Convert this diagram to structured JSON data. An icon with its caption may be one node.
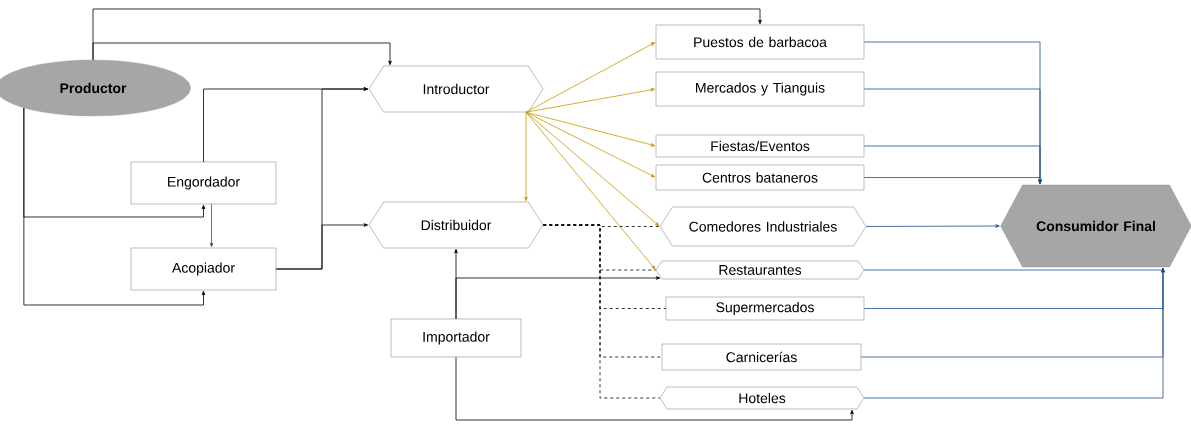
{
  "diagram": {
    "nodes": [
      {
        "text": [
          "Productor"
        ]
      },
      {
        "text": [
          "Introductor"
        ]
      },
      {
        "text": [
          "Engordador"
        ]
      },
      {
        "text": [
          "Acopiador"
        ]
      },
      {
        "text": [
          "Distribuidor"
        ]
      },
      {
        "text": [
          "Importador"
        ]
      },
      {
        "text": [
          "Puestos de barbacoa"
        ]
      },
      {
        "text": [
          "Mercados y Tianguis"
        ]
      },
      {
        "text": [
          "Fiestas/Eventos"
        ]
      },
      {
        "text": [
          "Centros bataneros"
        ]
      },
      {
        "text": [
          "Comedores Industriales"
        ]
      },
      {
        "text": [
          "Restaurantes"
        ]
      },
      {
        "text": [
          "Supermercados"
        ]
      },
      {
        "text": [
          "Carnicerías"
        ]
      },
      {
        "text": [
          "Hoteles"
        ]
      },
      {
        "text": [
          "Consumidor Final"
        ]
      }
    ],
    "edges": [
      {
        "from": 0,
        "to": 6,
        "arrow": "to"
      },
      {
        "from": 0,
        "to": 1,
        "arrow": "to"
      },
      {
        "from": 0,
        "to": 2,
        "arrow": "to"
      },
      {
        "from": 0,
        "to": 3,
        "arrow": "to"
      },
      {
        "from": 2,
        "to": 3,
        "arrow": "to",
        "color": "#3b4f7a"
      },
      {
        "from": 2,
        "to": 1,
        "arrow": "to"
      },
      {
        "from": 3,
        "to": 1,
        "arrow": "to"
      },
      {
        "from": 3,
        "to": 4,
        "arrow": "to"
      },
      {
        "from": 1,
        "to": 6,
        "arrow": "to",
        "color": "#c89b00"
      },
      {
        "from": 1,
        "to": 7,
        "arrow": "to",
        "color": "#c89b00"
      },
      {
        "from": 1,
        "to": 8,
        "arrow": "to",
        "color": "#c89b00"
      },
      {
        "from": 1,
        "to": 9,
        "arrow": "to",
        "color": "#c89b00"
      },
      {
        "from": 1,
        "to": 10,
        "arrow": "to",
        "color": "#c89b00"
      },
      {
        "from": 1,
        "to": 11,
        "arrow": "to",
        "color": "#c89b00"
      },
      {
        "from": 1,
        "to": 4,
        "arrow": "to",
        "color": "#c89b00"
      },
      {
        "from": 4,
        "to": 10,
        "arrow": "none",
        "style": "dashed"
      },
      {
        "from": 4,
        "to": 11,
        "arrow": "none",
        "style": "dashed"
      },
      {
        "from": 4,
        "to": 12,
        "arrow": "none",
        "style": "dashed"
      },
      {
        "from": 4,
        "to": 13,
        "arrow": "none",
        "style": "dashed"
      },
      {
        "from": 4,
        "to": 14,
        "arrow": "none",
        "style": "dashed"
      },
      {
        "from": 5,
        "to": 4,
        "arrow": "to"
      },
      {
        "from": 5,
        "to": 11,
        "arrow": "to"
      },
      {
        "from": 5,
        "to": 14,
        "arrow": "to"
      },
      {
        "from": 6,
        "to": 15,
        "arrow": "to",
        "color": "#1f4e8c"
      },
      {
        "from": 7,
        "to": 15,
        "arrow": "to",
        "color": "#1f4e8c"
      },
      {
        "from": 8,
        "to": 15,
        "arrow": "to",
        "color": "#1f4e8c"
      },
      {
        "from": 9,
        "to": 15,
        "arrow": "to",
        "color": "#1f4e8c"
      },
      {
        "from": 10,
        "to": 15,
        "arrow": "to",
        "color": "#1f4e8c"
      },
      {
        "from": 11,
        "to": 15,
        "arrow": "to",
        "color": "#1f4e8c"
      },
      {
        "from": 12,
        "to": 15,
        "arrow": "to",
        "color": "#1f4e8c"
      },
      {
        "from": 13,
        "to": 15,
        "arrow": "to",
        "color": "#1f4e8c"
      },
      {
        "from": 14,
        "to": 15,
        "arrow": "to",
        "color": "#1f4e8c"
      }
    ]
  }
}
